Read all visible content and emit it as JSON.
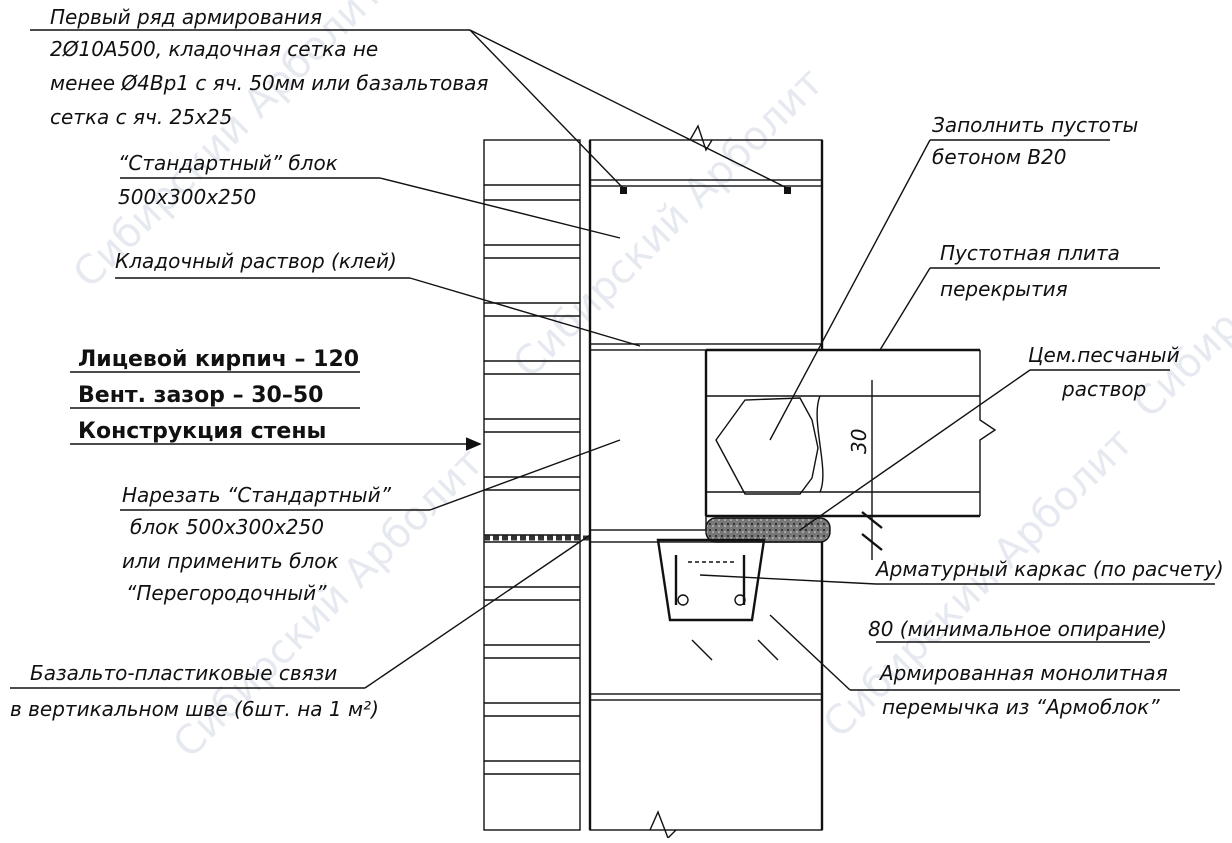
{
  "labels": {
    "first_row": [
      "Первый ряд армирования",
      "2Ø10А500, кладочная сетка не",
      "менее Ø4Вр1 с яч. 50мм или базальтовая",
      "сетка с яч. 25х25"
    ],
    "standard_block": [
      "“Стандартный” блок",
      "500х300х250"
    ],
    "mortar": "Кладочный раствор (клей)",
    "wall_layers": [
      "Лицевой кирпич – 120",
      "Вент. зазор – 30–50",
      "Конструкция стены"
    ],
    "cut_block": [
      "Нарезать “Стандартный”",
      "блок 500х300х250",
      "или применить блок",
      "“Перегородочный”"
    ],
    "ties": [
      "Базальто-пластиковые связи",
      "в вертикальном шве (6шт. на 1 м²)"
    ],
    "fill_voids": [
      "Заполнить пустоты",
      "бетоном В20"
    ],
    "hollow_slab": [
      "Пустотная плита",
      "перекрытия"
    ],
    "cement_mortar": [
      "Цем.песчаный",
      "раствор"
    ],
    "dim_30": "30",
    "rebar_cage": "Арматурный каркас (по расчету)",
    "min_support": "80 (минимальное опирание)",
    "lintel": [
      "Армированная монолитная",
      "перемычка из “Армоблок”"
    ]
  },
  "watermark": "Сибирский Арболит",
  "colors": {
    "line": "#111111",
    "watermark": "#b8c4d6",
    "mortar_fill": "#555555"
  }
}
